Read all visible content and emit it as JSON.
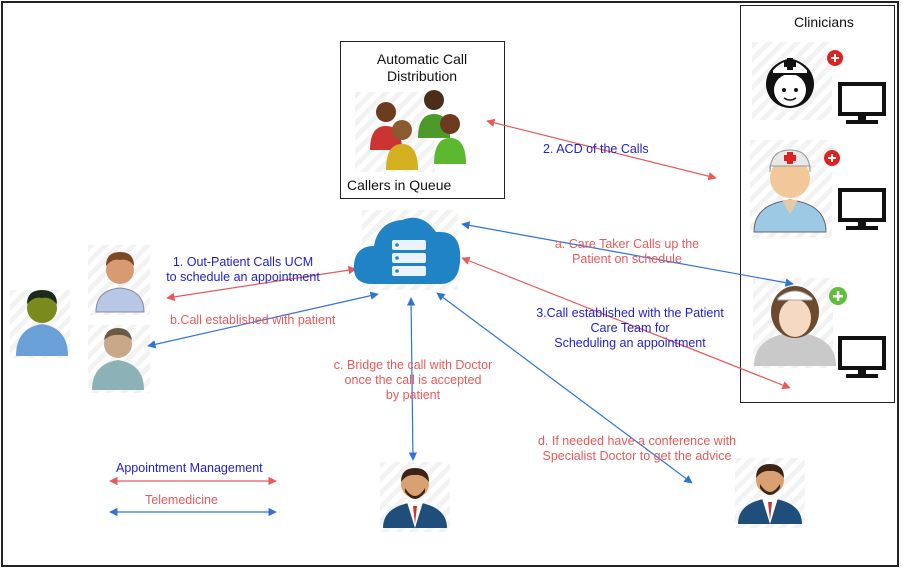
{
  "acd_box": {
    "title": "Automatic Call\nDistribution",
    "subtitle": "Callers in Queue"
  },
  "clinicians_box": {
    "title": "Clinicians"
  },
  "labels": {
    "acd_calls": "2. ACD of the Calls",
    "outpatient_calls": "1. Out-Patient Calls UCM\nto schedule an appointment",
    "call_established_patient": "b.Call established with patient",
    "caretaker_calls": "a. Care Taker Calls up the\nPatient on schedule",
    "call_established_care_team": "3.Call established with the Patient\nCare Team for\nScheduling an appointment",
    "bridge_call": "c. Bridge the call with Doctor\nonce the call is accepted\nby patient",
    "conference": "d. If needed have a conference with\nSpecialist Doctor to get the advice"
  },
  "legend": {
    "appointment": "Appointment Management",
    "telemedicine": "Telemedicine"
  },
  "colors": {
    "red": "#e85a5a",
    "blue": "#1f1fd0",
    "arrow_blue": "#2f73d9",
    "cloud": "#1f83c6"
  },
  "icons": [
    "people-group-icon",
    "cloud-server-icon",
    "nurse-icon",
    "doctor-icon",
    "monitor-icon",
    "patient-icon",
    "specialist-icon"
  ]
}
